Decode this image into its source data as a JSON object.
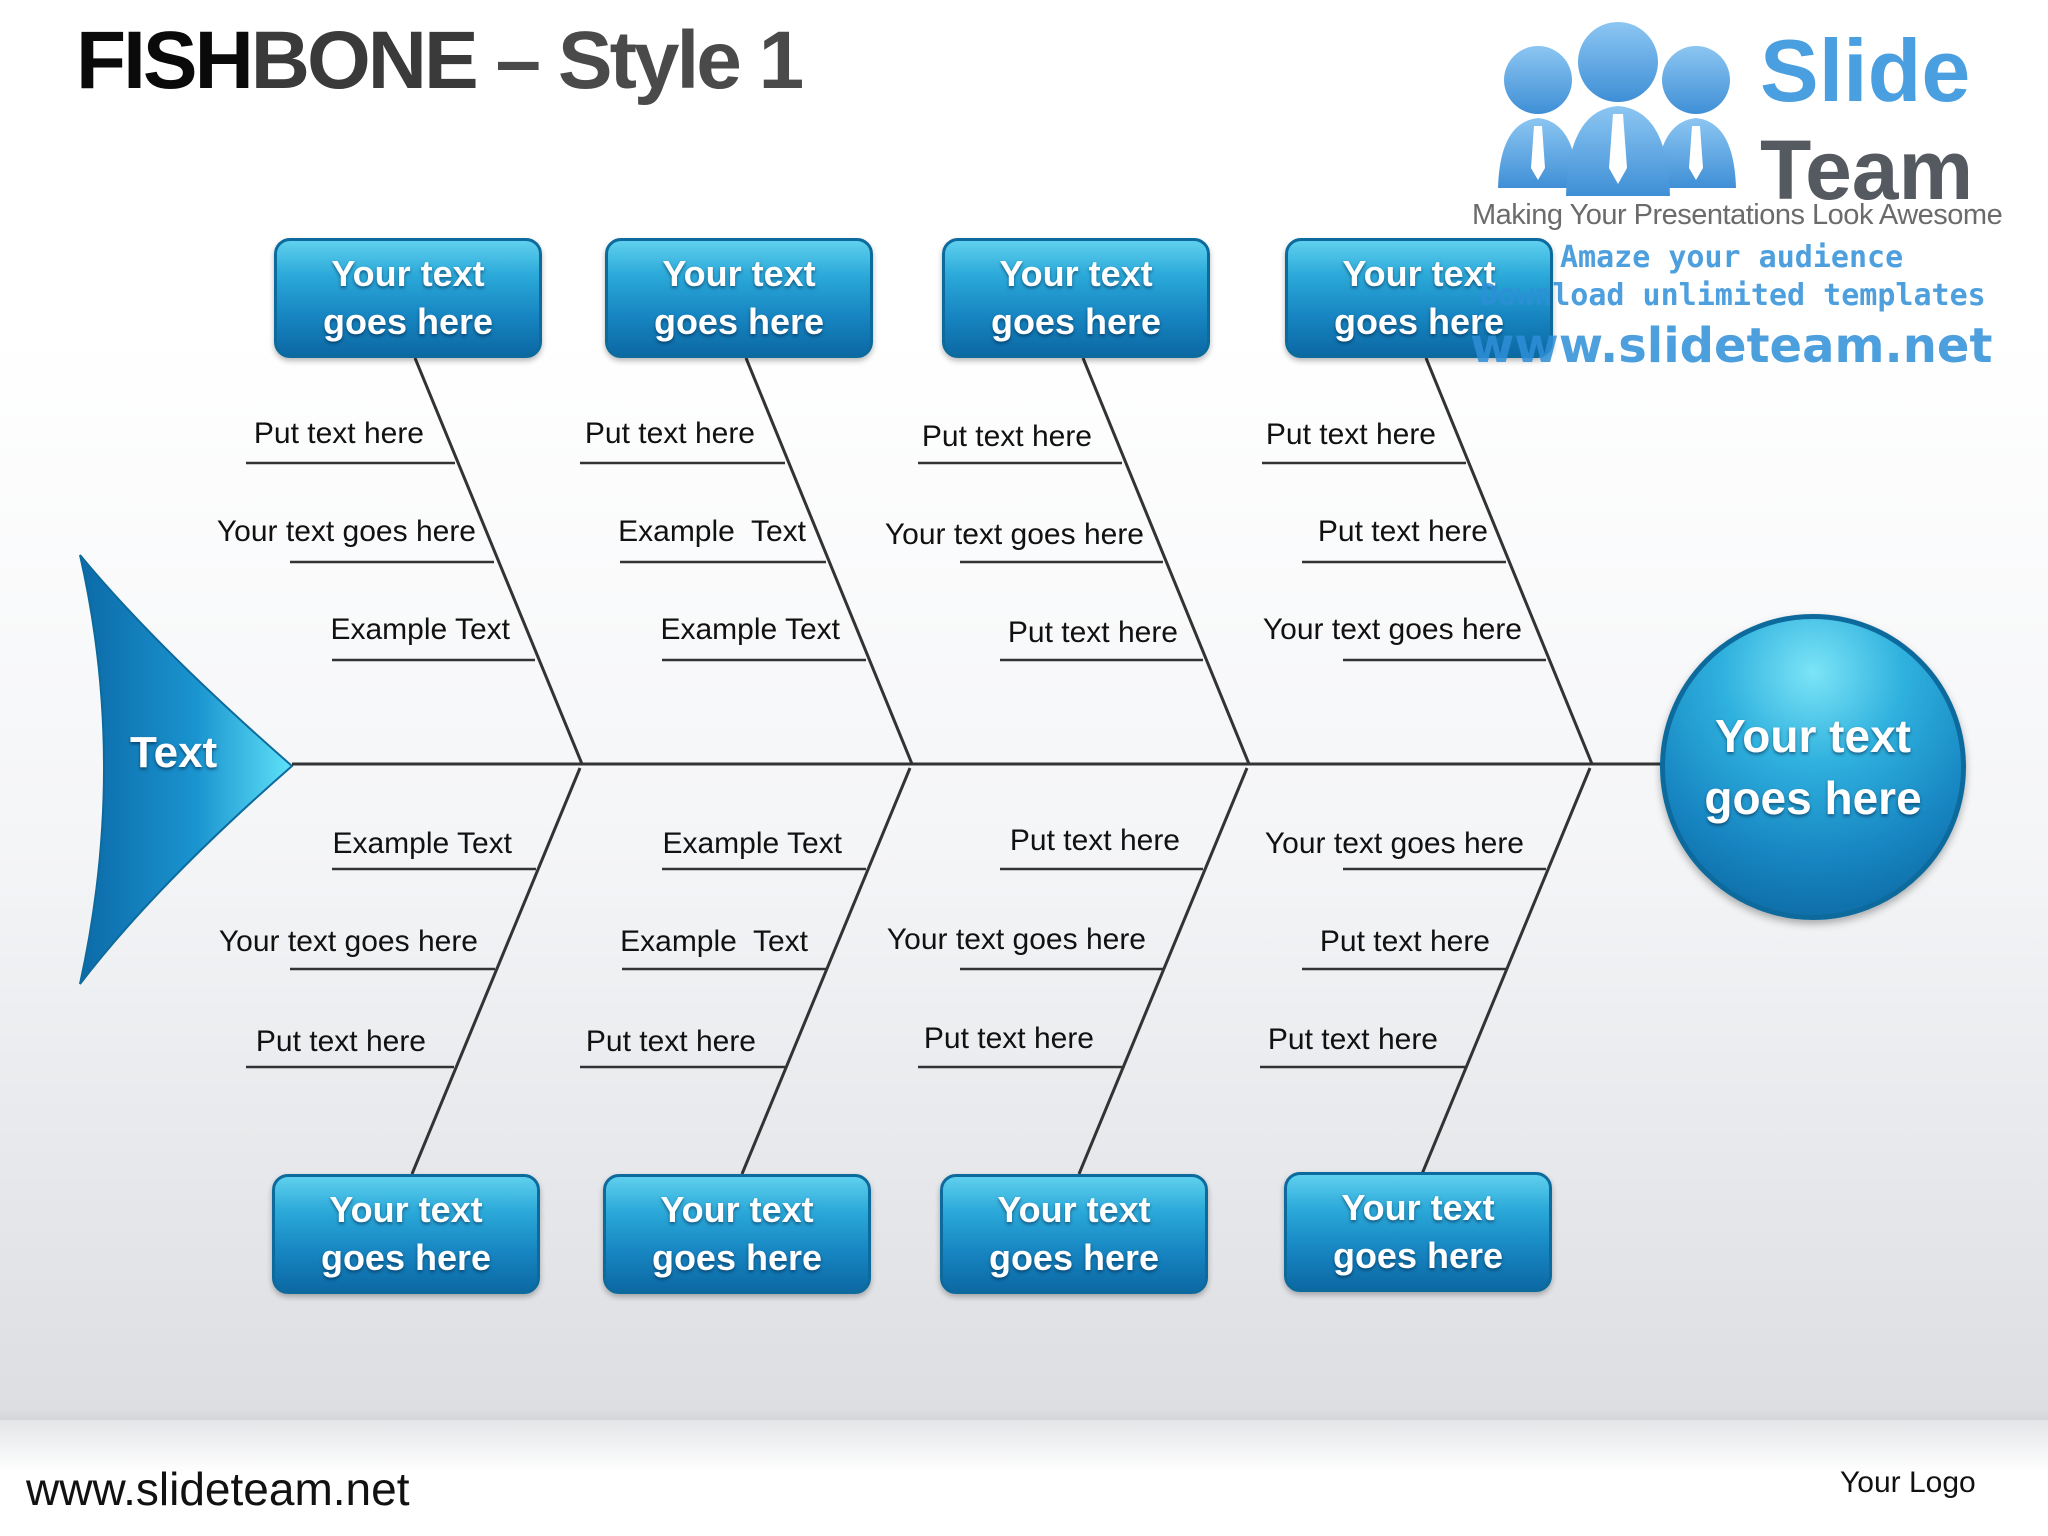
{
  "title": {
    "part1": "FISH",
    "part2": "BONE",
    "part3": " – Style 1"
  },
  "head_label": "Text",
  "effect_label": "Your text goes here",
  "colors": {
    "accent": "#1786c2",
    "accent_light": "#5fd0ee",
    "accent_dark": "#0c69a4",
    "line": "#333333"
  },
  "top_boxes": [
    {
      "label": "Your text goes here"
    },
    {
      "label": "Your text goes here"
    },
    {
      "label": "Your text goes here"
    },
    {
      "label": "Your text goes here"
    }
  ],
  "bottom_boxes": [
    {
      "label": "Your text goes here"
    },
    {
      "label": "Your text goes here"
    },
    {
      "label": "Your text goes here"
    },
    {
      "label": "Your text goes here"
    }
  ],
  "top_causes": [
    [
      "Put text here",
      "Your text goes here",
      "Example Text"
    ],
    [
      "Put text here",
      "Example  Text",
      "Example Text"
    ],
    [
      "Put text here",
      "Your text goes here",
      "Put text here"
    ],
    [
      "Put text here",
      "Put text here",
      "Your text goes here"
    ]
  ],
  "bottom_causes": [
    [
      "Example Text",
      "Your text goes here",
      "Put text here"
    ],
    [
      "Example Text",
      "Example  Text",
      "Put text here"
    ],
    [
      "Put text here",
      "Your text goes here",
      "Put text here"
    ],
    [
      "Your text goes here",
      "Put text here",
      "Put text here"
    ]
  ],
  "logo": {
    "word1": "Slide",
    "word2": "Team",
    "tagline": "Making Your Presentations Look Awesome",
    "watermark_line1": "Amaze your audience",
    "watermark_line2": "Download unlimited templates",
    "watermark_line3": "www.slideteam.net"
  },
  "footer": {
    "url": "www.slideteam.net",
    "logo_placeholder": "Your Logo"
  }
}
